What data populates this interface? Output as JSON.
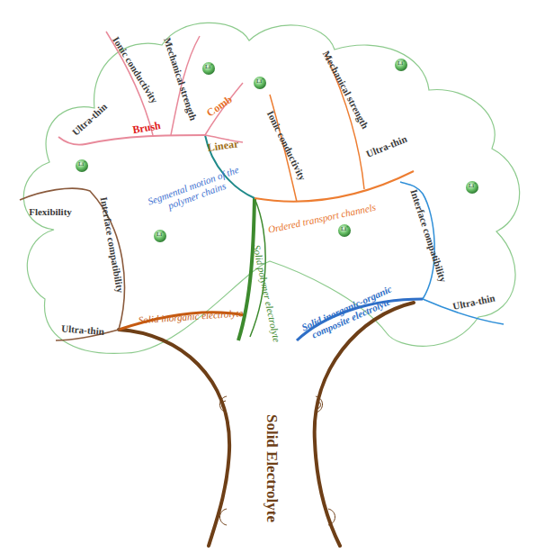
{
  "diagram": {
    "labels": [
      "Ionic conductivity",
      "Mechanical strength",
      "Mechanical strength",
      "Ultra-thin",
      "Brush",
      "Comb",
      "Ionic conductivity",
      "Ultra-thin",
      "Linear",
      "Segmental motion of the polymer chains",
      "Ordered transport channels",
      "Flexibility",
      "Interface compatibility",
      "Interface compatibility",
      "Solid polymer electrolyte",
      "Ultra-thin",
      "Solid inorganic-organic composite electrolyte",
      "Ultra-thin",
      "Solid inorganic electrolyte",
      "Solid Electrolyte",
      "Li⁺",
      "Li⁺",
      "Li⁺",
      "Li⁺",
      "Li⁺",
      "Li⁺",
      "Li⁺"
    ]
  }
}
